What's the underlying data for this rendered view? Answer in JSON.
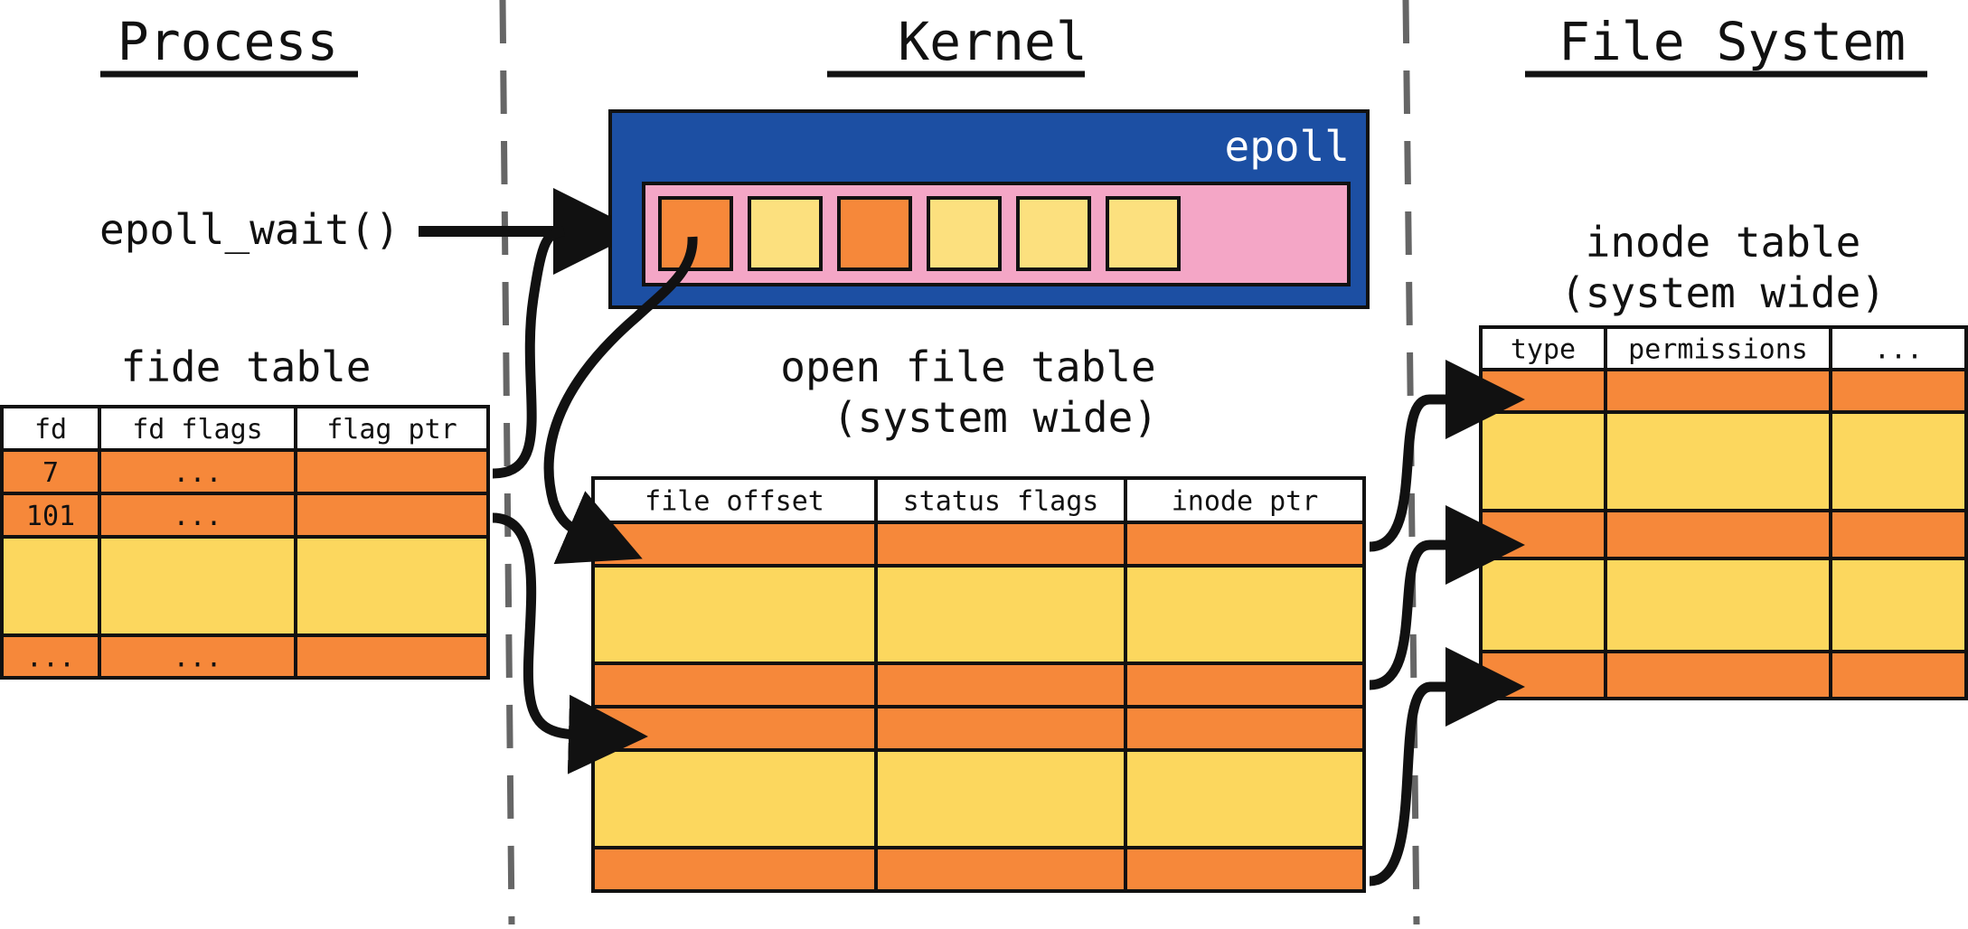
{
  "sections": {
    "process": "Process",
    "kernel": "Kernel",
    "file_system": "File System"
  },
  "epoll_wait": "epoll_wait()",
  "epoll": {
    "title": "epoll",
    "slots": [
      "ready",
      "idle",
      "ready",
      "idle",
      "idle",
      "idle"
    ]
  },
  "fd_table": {
    "title": "fide table",
    "headers": [
      "fd",
      "fd flags",
      "flag ptr"
    ],
    "rows": [
      [
        "7",
        "...",
        ""
      ],
      [
        "101",
        "...",
        ""
      ],
      [
        "",
        "",
        ""
      ],
      [
        "...",
        "...",
        ""
      ]
    ]
  },
  "open_file_table": {
    "title_line1": "open file table",
    "title_line2": "(system wide)",
    "headers": [
      "file offset",
      "status flags",
      "inode ptr"
    ]
  },
  "inode_table": {
    "title_line1": "inode table",
    "title_line2": "(system wide)",
    "headers": [
      "type",
      "permissions",
      "..."
    ]
  },
  "colors": {
    "orange": "#f6883a",
    "yellow": "#fcd75e",
    "epoll_blue": "#1c4fa3",
    "epoll_pink": "#f4a6c6",
    "slot_idle": "#fce07e",
    "line": "#111111",
    "divider": "#666666"
  }
}
